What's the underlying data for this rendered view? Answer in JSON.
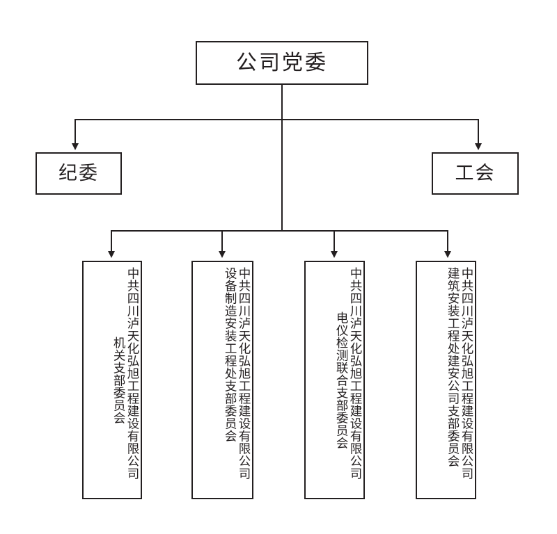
{
  "diagram": {
    "title_node": {
      "label": "公司党委"
    },
    "level2": [
      {
        "label": "纪委",
        "position": "left"
      },
      {
        "label": "工会",
        "position": "right"
      }
    ],
    "branches": [
      {
        "company": "中共四川泸天化弘旭工程建设有限公司",
        "unit": "机关支部委员会",
        "unit_align": "middle"
      },
      {
        "company": "中共四川泸天化弘旭工程建设有限公司",
        "unit": "设备制造安装工程处支部委员会",
        "unit_align": "top"
      },
      {
        "company": "中共四川泸天化弘旭工程建设有限公司",
        "unit": "电仪检测联合支部委员会",
        "unit_align": "middle"
      },
      {
        "company": "中共四川泸天化弘旭工程建设有限公司",
        "unit": "建筑安装工程处建安公司支部委员会",
        "unit_align": "top"
      }
    ],
    "colors": {
      "line": "#231f20",
      "text": "#231f20",
      "background": "#ffffff"
    }
  }
}
